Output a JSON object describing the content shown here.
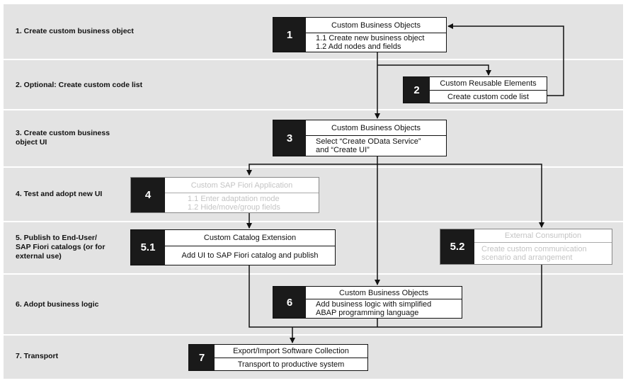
{
  "steps": {
    "s1": "1. Create custom business object",
    "s2": "2. Optional: Create custom code list",
    "s3": "3. Create custom business\nobject UI",
    "s4": "4. Test and adopt new UI",
    "s5": "5. Publish to End-User/\nSAP Fiori catalogs (or for\nexternal use)",
    "s6": "6. Adopt business logic",
    "s7": "7. Transport"
  },
  "boxes": {
    "b1": {
      "num": "1",
      "title": "Custom Business Objects",
      "desc": "1.1 Create new business object\n1.2 Add nodes and fields"
    },
    "b2": {
      "num": "2",
      "title": "Custom Reusable Elements",
      "desc": "Create custom code list"
    },
    "b3": {
      "num": "3",
      "title": "Custom Business Objects",
      "desc": "Select “Create OData Service”\nand “Create UI”"
    },
    "b4": {
      "num": "4",
      "title": "Custom SAP Fiori Application",
      "desc": "1.1 Enter adaptation mode\n1.2 Hide/move/group fields"
    },
    "b51": {
      "num": "5.1",
      "title": "Custom Catalog Extension",
      "desc": "Add UI to SAP Fiori catalog and publish"
    },
    "b52": {
      "num": "5.2",
      "title": "External Consumption",
      "desc": "Create custom communication\nscenario and arrangement"
    },
    "b6": {
      "num": "6",
      "title": "Custom Business Objects",
      "desc": "Add business logic with simplified\nABAP programming language"
    },
    "b7": {
      "num": "7",
      "title": "Export/Import Software Collection",
      "desc": "Transport to productive system"
    }
  },
  "colors": {
    "band": "#e3e3e3",
    "num_block": "#1a1a1a",
    "line": "#111111",
    "faded_text": "#c4c4c4"
  }
}
